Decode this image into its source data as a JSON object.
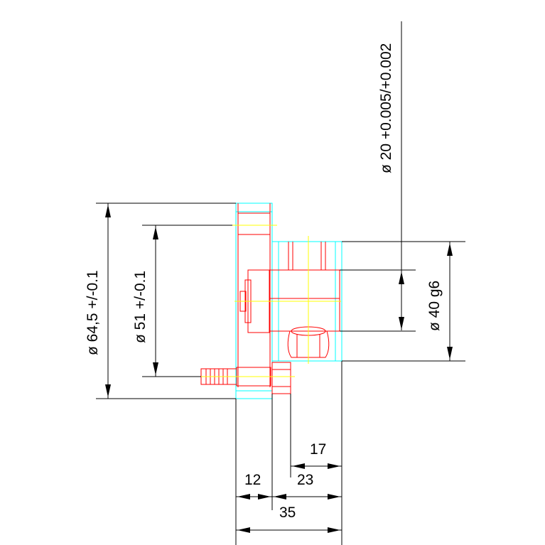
{
  "drawing": {
    "colors": {
      "dimension": "#000000",
      "part_outline": "#ff0000",
      "hidden_outline": "#00ffff",
      "center_line": "#ffff00",
      "background": "#ffffff"
    },
    "dimensions": {
      "bore_top": "ø 20 +0.005/+0.002",
      "outer_diameter": "ø 64,5 +/-0.1",
      "bolt_circle": "ø 51 +/-0.1",
      "shaft_diameter": "ø 40 g6",
      "width_17": "17",
      "width_23": "23",
      "width_12": "12",
      "width_35": "35"
    }
  }
}
